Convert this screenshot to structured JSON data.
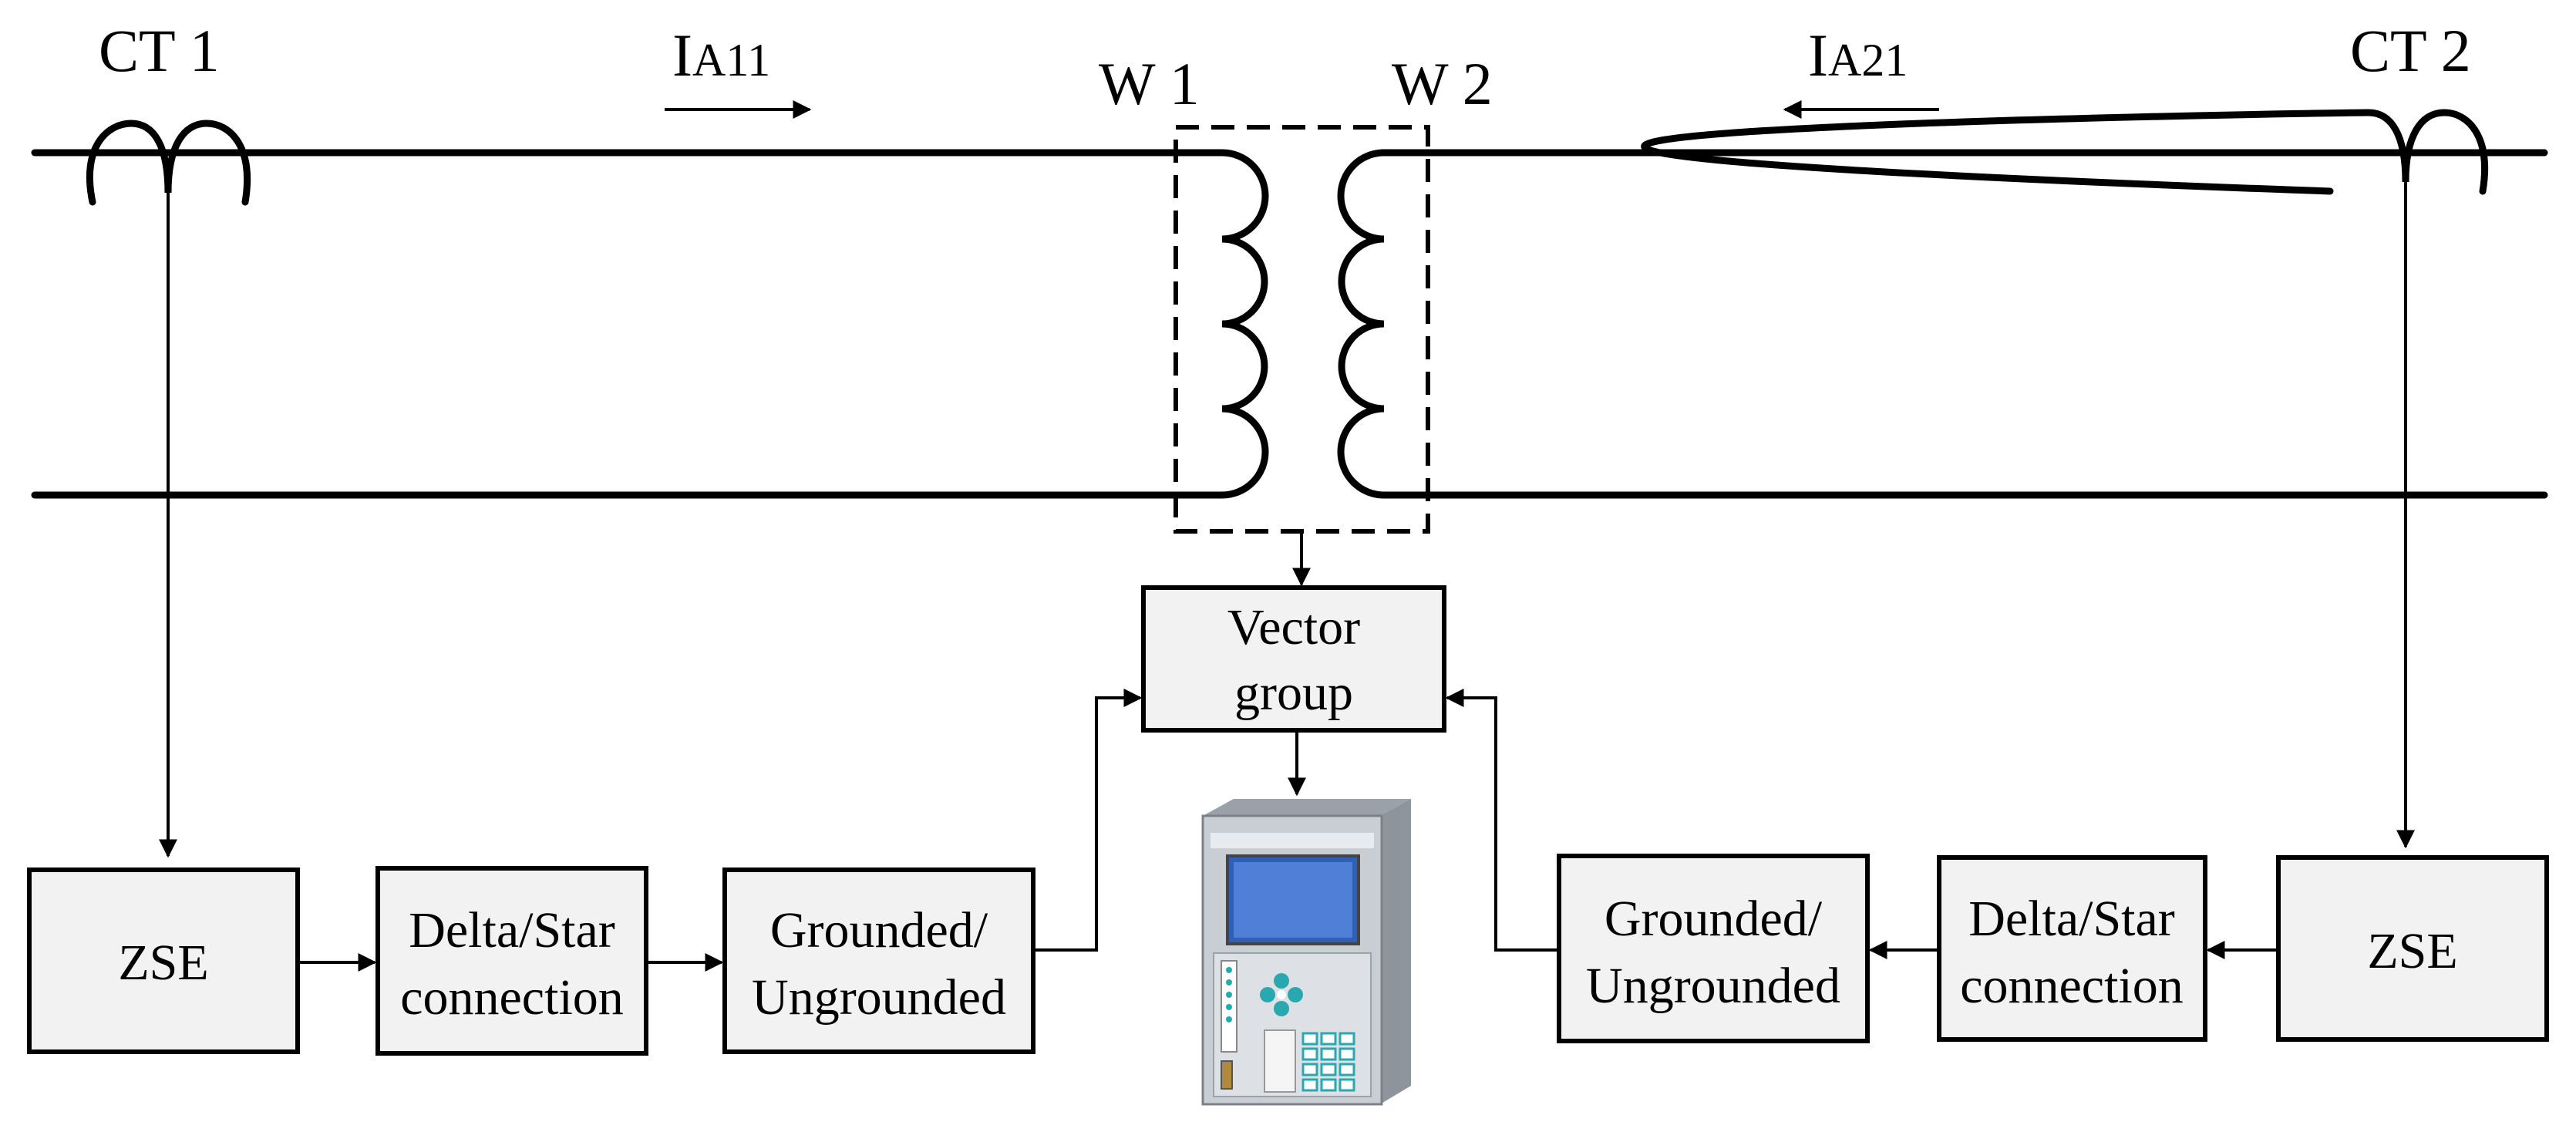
{
  "labels": {
    "ct1": "CT 1",
    "ct2": "CT 2",
    "w1": "W 1",
    "w2": "W 2",
    "current_left_main": "I",
    "current_left_sub": "A11",
    "current_right_main": "I",
    "current_right_sub": "A21"
  },
  "vector_group": {
    "line1": "Vector",
    "line2": "group"
  },
  "left_chain": {
    "zse": "ZSE",
    "delta_line1": "Delta/Star",
    "delta_line2": "connection",
    "ground_line1": "Grounded/",
    "ground_line2": "Ungrounded"
  },
  "right_chain": {
    "zse": "ZSE",
    "delta_line1": "Delta/Star",
    "delta_line2": "connection",
    "ground_line1": "Grounded/",
    "ground_line2": "Ungrounded"
  },
  "colors": {
    "line": "#000000",
    "box_fill": "#f2f2f2",
    "relay_body": "#c9ced4",
    "relay_screen": "#4f7fd6",
    "relay_key": "#2aa8b0"
  },
  "icons": {
    "relay": "protection-relay-device-icon"
  }
}
